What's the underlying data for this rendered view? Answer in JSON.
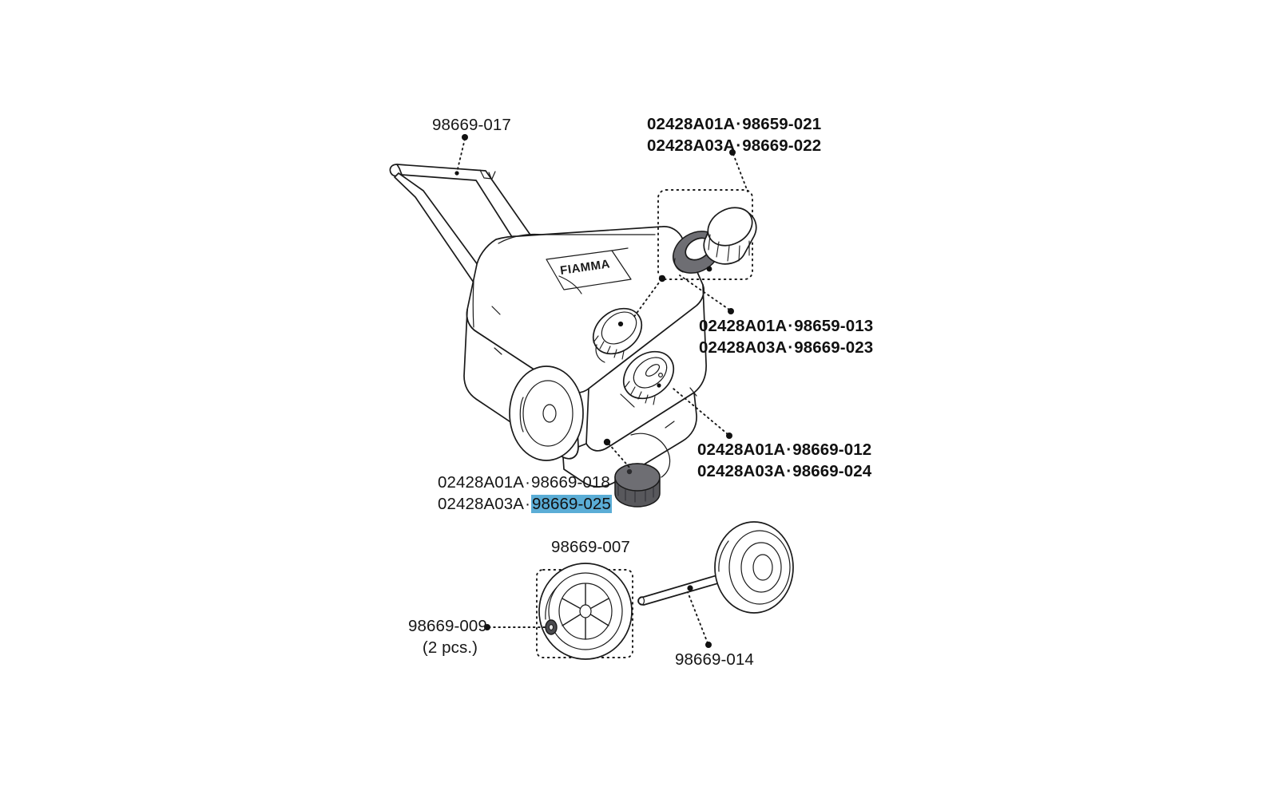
{
  "document": {
    "title": "Fiamma wheeled waste tank — exploded spare parts diagram",
    "background_color": "#ffffff",
    "line_color": "#1a1a1a",
    "highlight_color": "#5badd6"
  },
  "product": {
    "brand_mark": "FIAMMA",
    "model_codes": [
      "02428A01A",
      "02428A03A"
    ]
  },
  "callouts": {
    "handle": {
      "name": "handle",
      "lines": [
        {
          "style": "plain",
          "code": "98669-017"
        }
      ]
    },
    "cap_and_ring": {
      "name": "cap-and-sealing-ring",
      "lines": [
        {
          "style": "bold",
          "model": "02428A01A",
          "sep": "·",
          "code": "98659-021"
        },
        {
          "style": "bold",
          "model": "02428A03A",
          "sep": "·",
          "code": "98669-022"
        }
      ]
    },
    "mid_fitting": {
      "name": "upper-tank-fitting",
      "lines": [
        {
          "style": "bold",
          "model": "02428A01A",
          "sep": "·",
          "code": "98659-013"
        },
        {
          "style": "bold",
          "model": "02428A03A",
          "sep": "·",
          "code": "98669-023"
        }
      ]
    },
    "low_fitting": {
      "name": "lower-tank-fitting",
      "lines": [
        {
          "style": "bold",
          "model": "02428A01A",
          "sep": "·",
          "code": "98669-012"
        },
        {
          "style": "bold",
          "model": "02428A03A",
          "sep": "·",
          "code": "98669-024"
        }
      ]
    },
    "drain_cap": {
      "name": "drain-cap",
      "lines": [
        {
          "style": "plain",
          "model": "02428A01A",
          "sep": "·",
          "code": "98669-018",
          "highlighted": false
        },
        {
          "style": "plain",
          "model": "02428A03A",
          "sep": "·",
          "code": "98669-025",
          "highlighted": true
        }
      ]
    },
    "wheel": {
      "name": "wheel",
      "lines": [
        {
          "style": "plain",
          "code": "98669-007"
        }
      ]
    },
    "clip": {
      "name": "wheel-retaining-clip",
      "lines": [
        {
          "style": "plain",
          "code": "98669-009"
        }
      ],
      "quantity_note": "(2 pcs.)"
    },
    "axle": {
      "name": "axle",
      "lines": [
        {
          "style": "plain",
          "code": "98669-014"
        }
      ]
    }
  }
}
